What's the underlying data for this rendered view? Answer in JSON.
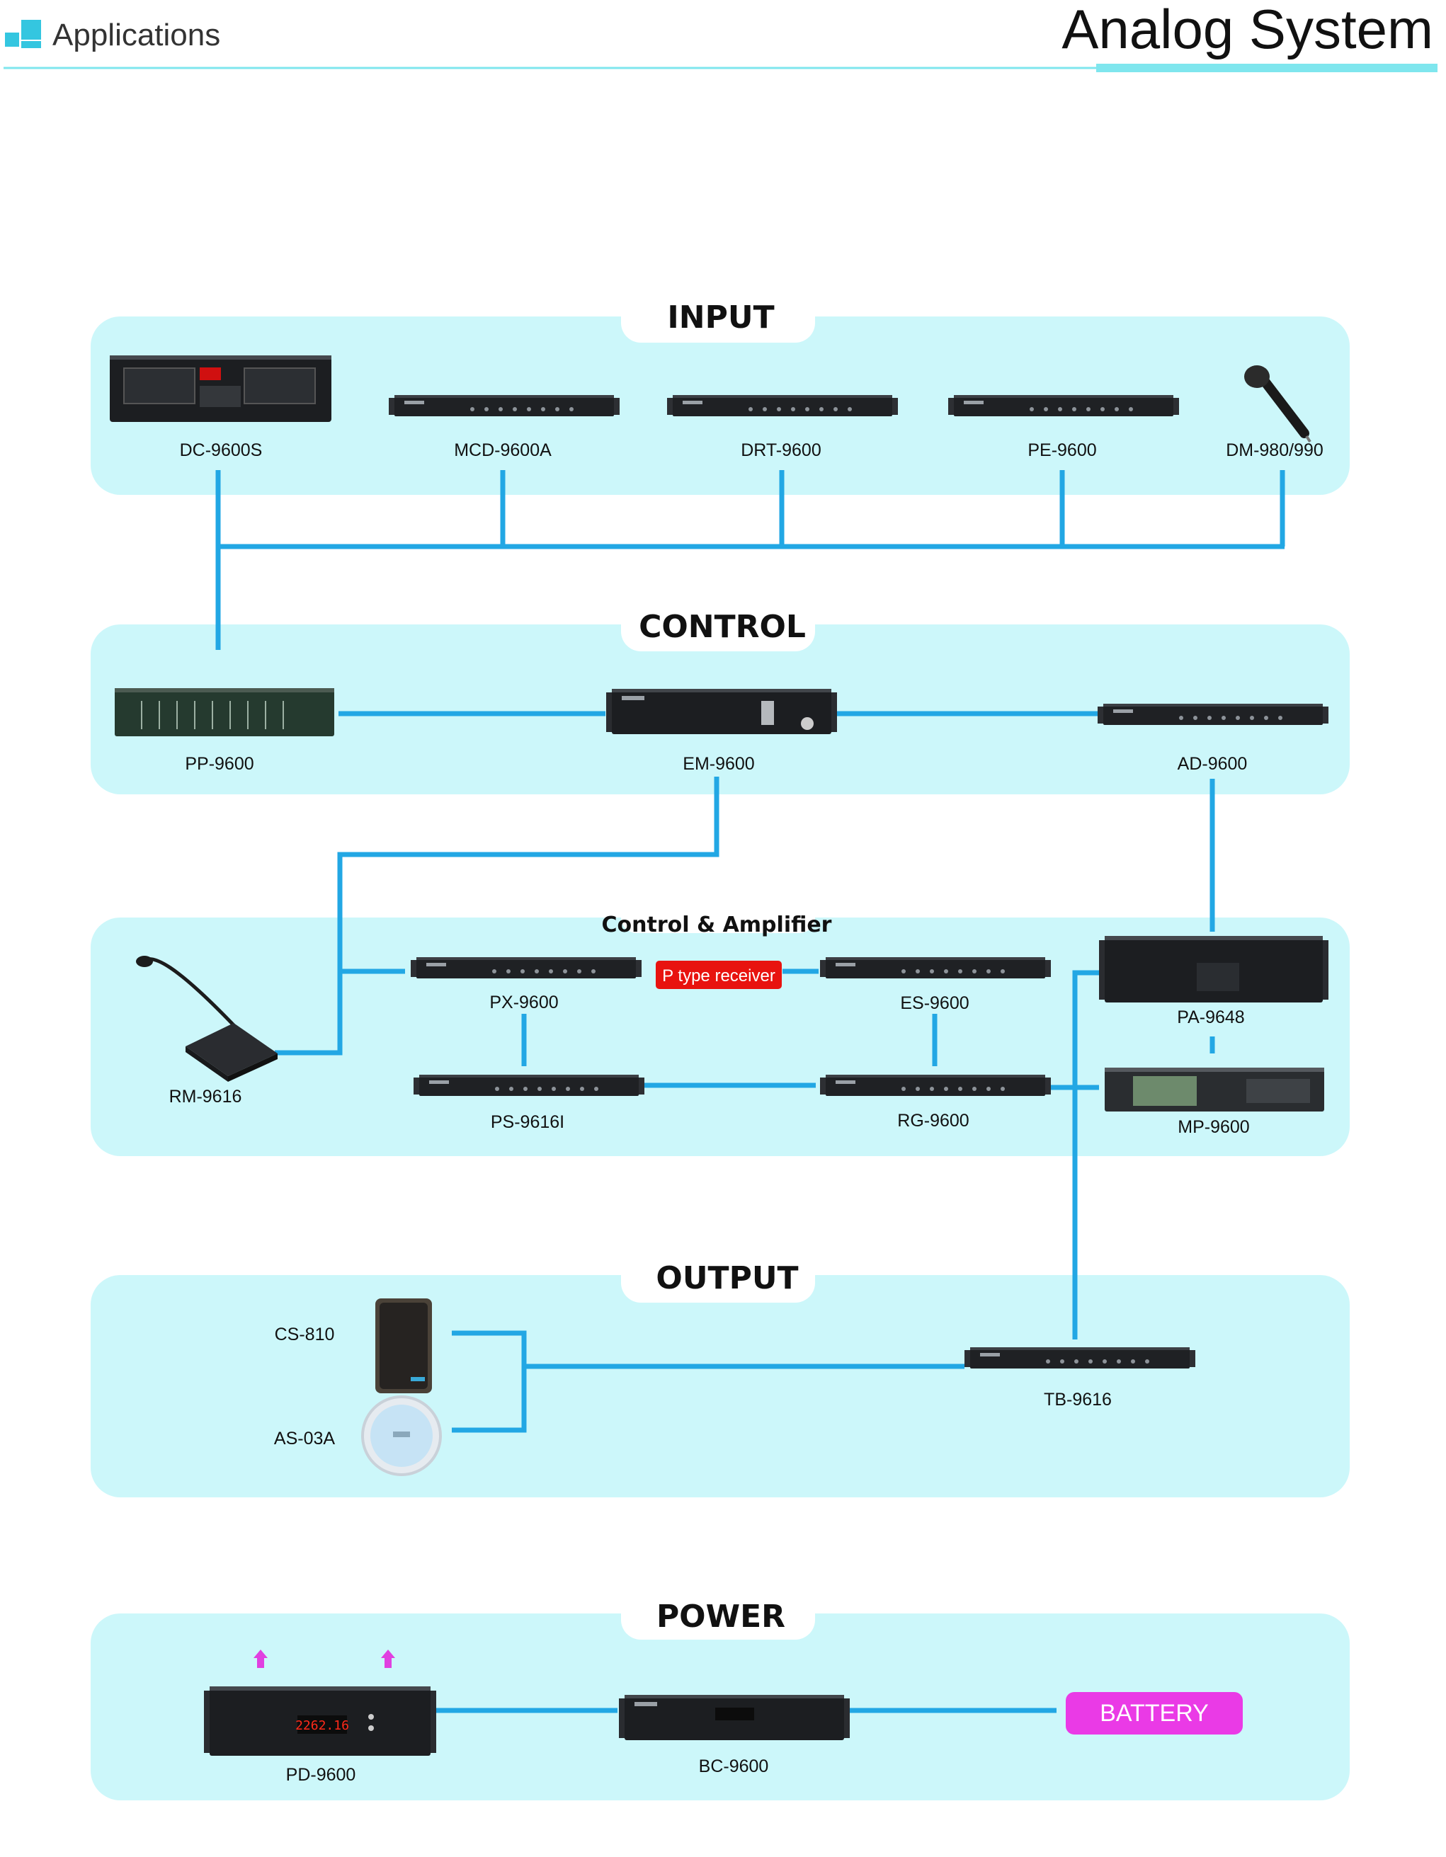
{
  "header": {
    "category": "Applications",
    "title": "Analog System"
  },
  "colors": {
    "panel": "#ccf7fa",
    "line": "#22a7e4",
    "header_rule": "#7fe6ee",
    "logo": "#34c6e0",
    "receiver_badge": "#e8130f",
    "battery_badge": "#ea3ae6",
    "arrow": "#e040e0"
  },
  "sections": {
    "input": "INPUT",
    "control": "CONTROL",
    "amplifier": "Control & Amplifier",
    "output": "OUTPUT",
    "power": "POWER"
  },
  "devices": {
    "dc9600s": "DC-9600S",
    "mcd9600a": "MCD-9600A",
    "drt9600": "DRT-9600",
    "pe9600": "PE-9600",
    "dm980": "DM-980/990",
    "pp9600": "PP-9600",
    "em9600": "EM-9600",
    "ad9600": "AD-9600",
    "rm9616": "RM-9616",
    "px9600": "PX-9600",
    "es9600": "ES-9600",
    "pa9648": "PA-9648",
    "ps9616i": "PS-9616I",
    "rg9600": "RG-9600",
    "mp9600": "MP-9600",
    "cs810": "CS-810",
    "as03a": "AS-03A",
    "tb9616": "TB-9616",
    "pd9600": "PD-9600",
    "bc9600": "BC-9600"
  },
  "badges": {
    "receiver": "P type receiver",
    "battery": "BATTERY"
  },
  "displays": {
    "pd9600_readout": "2262.16"
  },
  "icons": [
    "logo-squares-icon",
    "microphone-icon",
    "paging-console-icon",
    "column-speaker-icon",
    "ceiling-speaker-icon",
    "up-arrow-icon"
  ]
}
